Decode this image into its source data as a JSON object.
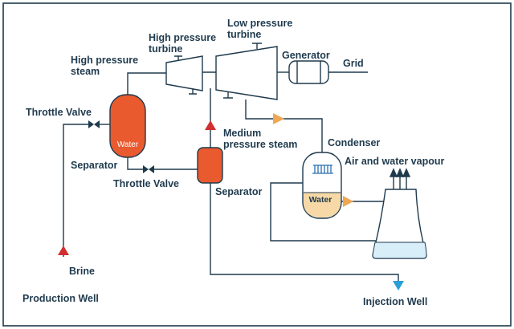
{
  "labels": {
    "high_pressure_turbine": [
      "High pressure",
      "turbine"
    ],
    "low_pressure_turbine": [
      "Low pressure",
      "turbine"
    ],
    "high_pressure_steam": [
      "High pressure",
      "steam"
    ],
    "generator": "Generator",
    "grid": "Grid",
    "throttle_valve_top": "Throttle Valve",
    "separator_left": "Separator",
    "throttle_valve_bottom": "Throttle Valve",
    "medium_pressure_steam": [
      "Medium",
      "pressure steam"
    ],
    "separator_right": "Separator",
    "condenser": "Condenser",
    "air_water_vapour": "Air and water vapour",
    "water_left": "Water",
    "water_condenser": "Water",
    "brine": "Brine",
    "production_well": "Production Well",
    "injection_well": "Injection Well"
  },
  "colors": {
    "line": "#1f3a4d",
    "separator_fill": "#e95a2f",
    "red_arrow": "#d0302f",
    "orange_arrow": "#f0a754",
    "water_fill": "#f6d9a6",
    "tower_fill": "#d8eef8",
    "blue_arrow": "#2a9fd6"
  }
}
